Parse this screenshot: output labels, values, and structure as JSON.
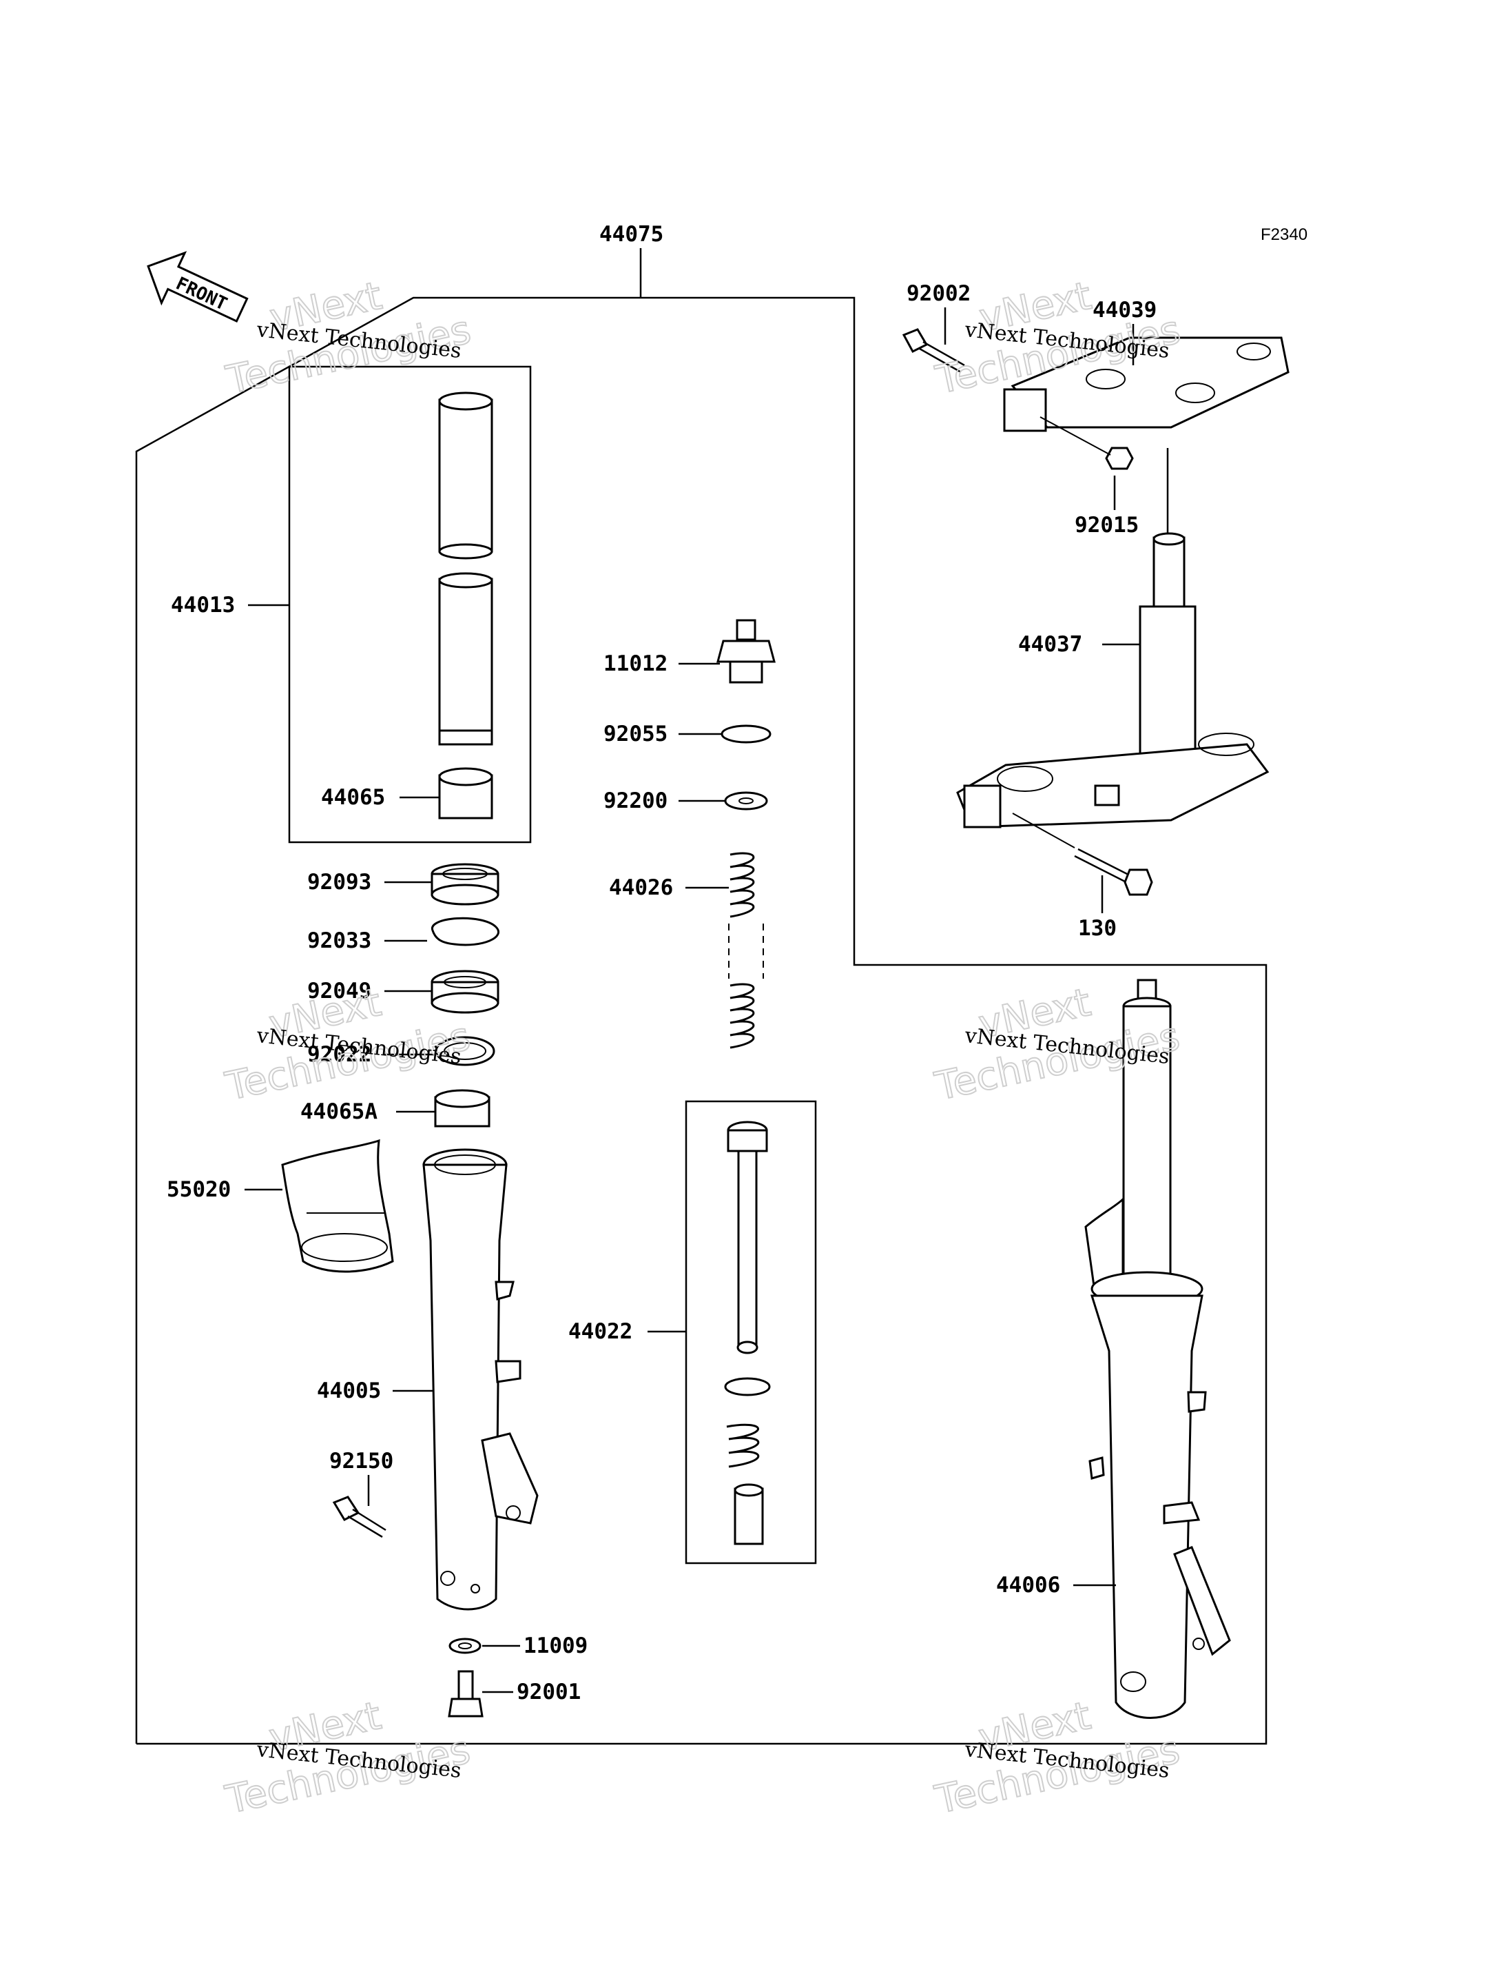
{
  "figure_code": "F2340",
  "front_arrow_label": "FRONT",
  "watermark": {
    "line1": "vNext",
    "line2": "Technologies",
    "small": "vNext Technologies"
  },
  "labels": {
    "p44075": "44075",
    "p92002": "92002",
    "p44039": "44039",
    "p92015": "92015",
    "p44037": "44037",
    "p130": "130",
    "p44013": "44013",
    "p44065": "44065",
    "p11012": "11012",
    "p92055": "92055",
    "p92200": "92200",
    "p44026": "44026",
    "p92093": "92093",
    "p92033": "92033",
    "p92049": "92049",
    "p92022": "92022",
    "p44065A": "44065A",
    "p55020": "55020",
    "p44022": "44022",
    "p44005": "44005",
    "p92150": "92150",
    "p11009": "11009",
    "p92001": "92001",
    "p44006": "44006"
  }
}
